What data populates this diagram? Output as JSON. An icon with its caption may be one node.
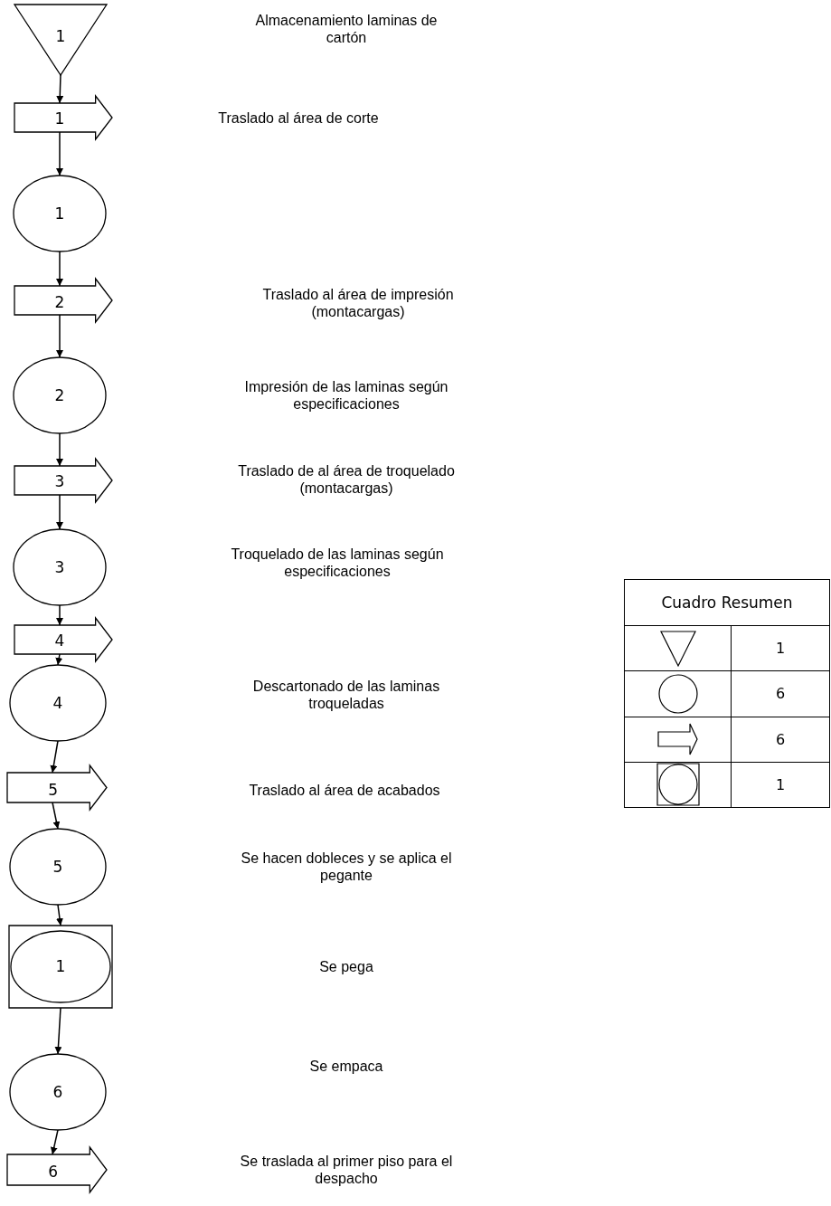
{
  "diagram": {
    "nodes": [
      {
        "text": [
          "1"
        ]
      },
      {
        "text": [
          "1"
        ]
      },
      {
        "text": [
          "1"
        ]
      },
      {
        "text": [
          "2"
        ]
      },
      {
        "text": [
          "2"
        ]
      },
      {
        "text": [
          "3"
        ]
      },
      {
        "text": [
          "3"
        ]
      },
      {
        "text": [
          "4"
        ]
      },
      {
        "text": [
          "4"
        ]
      },
      {
        "text": [
          "5"
        ]
      },
      {
        "text": [
          "5"
        ]
      },
      {
        "text": [
          "1"
        ]
      },
      {
        "text": [
          "6"
        ]
      },
      {
        "text": [
          "6"
        ]
      }
    ],
    "edges": [
      {
        "from": 0,
        "to": 1,
        "arrow": "to"
      },
      {
        "from": 1,
        "to": 2,
        "arrow": "to"
      },
      {
        "from": 2,
        "to": 3,
        "arrow": "to"
      },
      {
        "from": 3,
        "to": 4,
        "arrow": "to"
      },
      {
        "from": 4,
        "to": 5,
        "arrow": "to"
      },
      {
        "from": 5,
        "to": 6,
        "arrow": "to"
      },
      {
        "from": 6,
        "to": 7,
        "arrow": "to"
      },
      {
        "from": 7,
        "to": 8,
        "arrow": "to"
      },
      {
        "from": 8,
        "to": 9,
        "arrow": "to"
      },
      {
        "from": 9,
        "to": 10,
        "arrow": "to"
      },
      {
        "from": 10,
        "to": 11,
        "arrow": "to"
      },
      {
        "from": 11,
        "to": 12,
        "arrow": "to"
      },
      {
        "from": 12,
        "to": 13,
        "arrow": "to"
      }
    ],
    "labels": [
      "Almacenamiento laminas de cartón",
      "Traslado al área de corte",
      "Traslado al área de impresión (montacargas)",
      "Impresión de las laminas según especificaciones",
      "Traslado de al área de troquelado (montacargas)",
      "Troquelado de las laminas según especificaciones",
      "Descartonado de las laminas troqueladas",
      "Traslado al área de acabados",
      "Se hacen dobleces y se aplica el pegante",
      "Se pega",
      "Se empaca",
      "Se traslada al primer piso para el despacho",
      "Cuadro Resumen",
      "1",
      "6",
      "6",
      "1"
    ]
  }
}
